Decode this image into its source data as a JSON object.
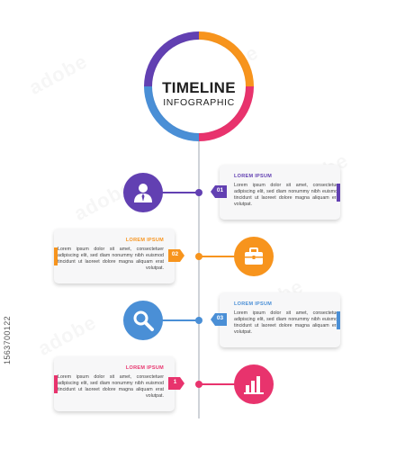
{
  "title": {
    "main": "TIMELINE",
    "sub": "INFOGRAPHIC"
  },
  "colors": {
    "purple": "#6240b2",
    "orange": "#f7941d",
    "blue": "#4a8fd6",
    "pink": "#e8336d",
    "line": "#cfd3d8"
  },
  "steps": [
    {
      "number": "01",
      "heading": "LOREM IPSUM",
      "text": "Lorem ipsum dolor sit amet, consectetuer adipiscing elit, sed diam nonummy nibh euismod tincidunt ut laoreet dolore magna aliquam erat volutpat.",
      "icon": "user-icon",
      "color": "purple"
    },
    {
      "number": "02",
      "heading": "LOREM IPSUM",
      "text": "Lorem ipsum dolor sit amet, consectetuer adipiscing elit, sed diam nonummy nibh euismod tincidunt ut laoreet dolore magna aliquam erat volutpat.",
      "icon": "briefcase-icon",
      "color": "orange"
    },
    {
      "number": "03",
      "heading": "LOREM IPSUM",
      "text": "Lorem ipsum dolor sit amet, consectetuer adipiscing elit, sed diam nonummy nibh euismod tincidunt ut laoreet dolore magna aliquam erat volutpat.",
      "icon": "magnifier-icon",
      "color": "blue"
    },
    {
      "number": "1",
      "heading": "LOREM IPSUM",
      "text": "Lorem ipsum dolor sit amet, consectetuer adipiscing elit, sed diam nonummy nibh euismod tincidunt ut laoreet dolore magna aliquam erat volutpat.",
      "icon": "bar-chart-icon",
      "color": "pink"
    }
  ],
  "stock_id": "1563700122"
}
